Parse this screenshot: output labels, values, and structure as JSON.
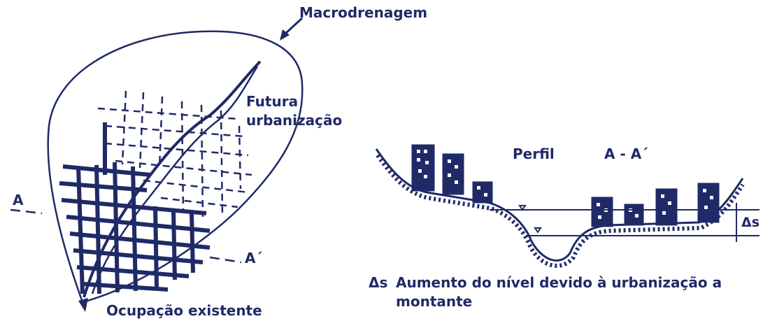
{
  "labels": {
    "macrodrenagem": "Macrodrenagem",
    "futura_line1": "Futura",
    "futura_line2": "urbanização",
    "section_a": "A",
    "section_a_prime": "A´",
    "ocupacao": "Ocupação existente",
    "perfil": "Perfil",
    "perfil_section": "A - A´",
    "delta_s_marker": "Δs",
    "legend_symbol": "Δs",
    "legend_line1": "Aumento do nível devido à urbanização a",
    "legend_line2": "montante"
  },
  "colors": {
    "ink": "#1f2a66",
    "background": "#ffffff"
  }
}
